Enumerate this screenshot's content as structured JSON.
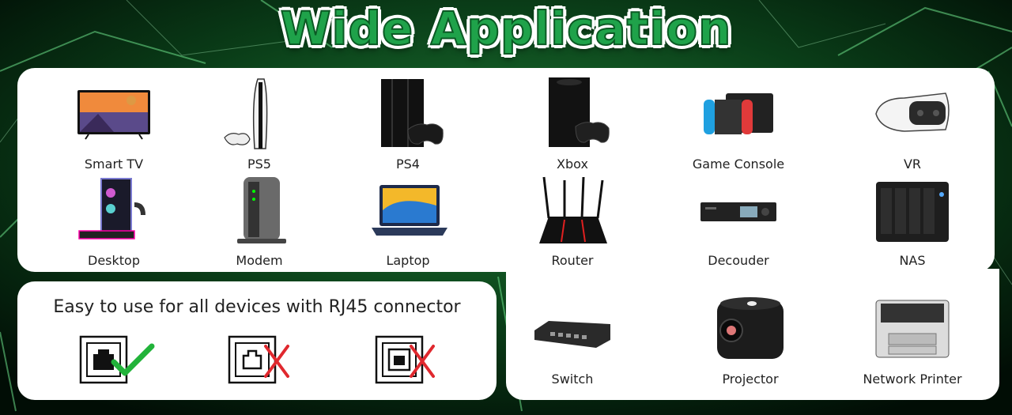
{
  "title": "Wide Application",
  "devices": [
    {
      "label": "Smart TV",
      "icon": "tv-icon"
    },
    {
      "label": "PS5",
      "icon": "ps5-icon"
    },
    {
      "label": "PS4",
      "icon": "ps4-icon"
    },
    {
      "label": "Xbox",
      "icon": "xbox-icon"
    },
    {
      "label": "Game Console",
      "icon": "game-console-icon"
    },
    {
      "label": "VR",
      "icon": "vr-headset-icon"
    },
    {
      "label": "Desktop",
      "icon": "desktop-pc-icon"
    },
    {
      "label": "Modem",
      "icon": "modem-icon"
    },
    {
      "label": "Laptop",
      "icon": "laptop-icon"
    },
    {
      "label": "Router",
      "icon": "router-icon"
    },
    {
      "label": "Decouder",
      "icon": "decoder-icon"
    },
    {
      "label": "NAS",
      "icon": "nas-icon"
    },
    {
      "label": "Switch",
      "icon": "network-switch-icon"
    },
    {
      "label": "Projector",
      "icon": "projector-icon"
    },
    {
      "label": "Network Printer",
      "icon": "printer-icon"
    }
  ],
  "compatibility": {
    "text": "Easy to use for all devices with RJ45 connector",
    "ports": [
      {
        "icon": "rj45-port-icon",
        "status": "check-icon",
        "status_color": "#22b33a"
      },
      {
        "icon": "rj11-port-icon",
        "status": "cross-icon",
        "status_color": "#e0282e"
      },
      {
        "icon": "usb-port-icon",
        "status": "cross-icon",
        "status_color": "#e0282e"
      }
    ]
  },
  "colors": {
    "title_green": "#1fa24a",
    "background": "#021a0b"
  }
}
